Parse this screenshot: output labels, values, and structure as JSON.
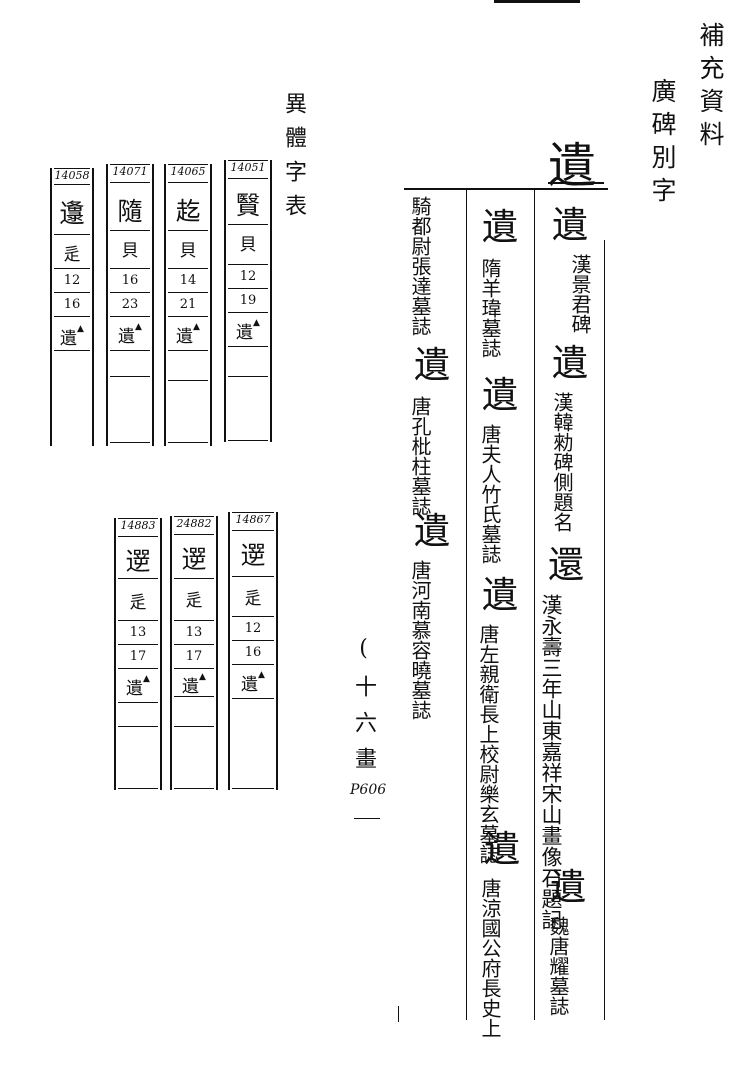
{
  "header": {
    "supplement": "補充資料",
    "source": "廣碑別字",
    "table_title": "異體字表"
  },
  "cards_top": [
    {
      "num": "14058",
      "head": "邍",
      "radical": "辵",
      "n1": "12",
      "n2": "16",
      "char": "遺",
      "mark": "▲"
    },
    {
      "num": "14071",
      "head": "隨",
      "radical": "貝",
      "n1": "16",
      "n2": "23",
      "char": "遺",
      "mark": "▲"
    },
    {
      "num": "14065",
      "head": "䞘",
      "radical": "貝",
      "n1": "14",
      "n2": "21",
      "char": "遺",
      "mark": "▲"
    },
    {
      "num": "14051",
      "head": "贀",
      "radical": "貝",
      "n1": "12",
      "n2": "19",
      "char": "遺",
      "mark": "▲"
    }
  ],
  "cards_bottom": [
    {
      "num": "14883",
      "head": "遻",
      "radical": "辵",
      "n1": "13",
      "n2": "17",
      "char": "遺",
      "mark": "▲"
    },
    {
      "num": "24882",
      "head": "遻",
      "radical": "辵",
      "n1": "13",
      "n2": "17",
      "char": "遺",
      "mark": "▲"
    },
    {
      "num": "14867",
      "head": "遻",
      "radical": "辵",
      "n1": "12",
      "n2": "16",
      "char": "遺",
      "mark": "▲"
    }
  ],
  "main_char": "遺",
  "col1": [
    {
      "head": "遺",
      "src": "漢景君碑"
    },
    {
      "head": "遺",
      "src": "漢韓勑碑側題名"
    },
    {
      "head": "還",
      "src": "漢永壽三年山東嘉祥宋山畫像石題記"
    },
    {
      "head": "遺",
      "src": "魏唐耀墓誌"
    }
  ],
  "col2": [
    {
      "head": "遺",
      "src": "隋羊瑋墓誌"
    },
    {
      "head": "遺",
      "src": "唐夫人竹氏墓誌"
    },
    {
      "head": "遺",
      "src": "唐左親衛長上校尉樂玄墓誌"
    },
    {
      "head": "遺",
      "src": "唐涼國公府長史上"
    }
  ],
  "col3": [
    {
      "head": "",
      "src": "騎都尉張達墓誌"
    },
    {
      "head": "遺",
      "src": "唐孔枇柱墓誌"
    },
    {
      "head": "遺",
      "src": "唐河南慕容曉墓誌"
    }
  ],
  "margin_note": "(十六畫",
  "page_ref": "P606"
}
